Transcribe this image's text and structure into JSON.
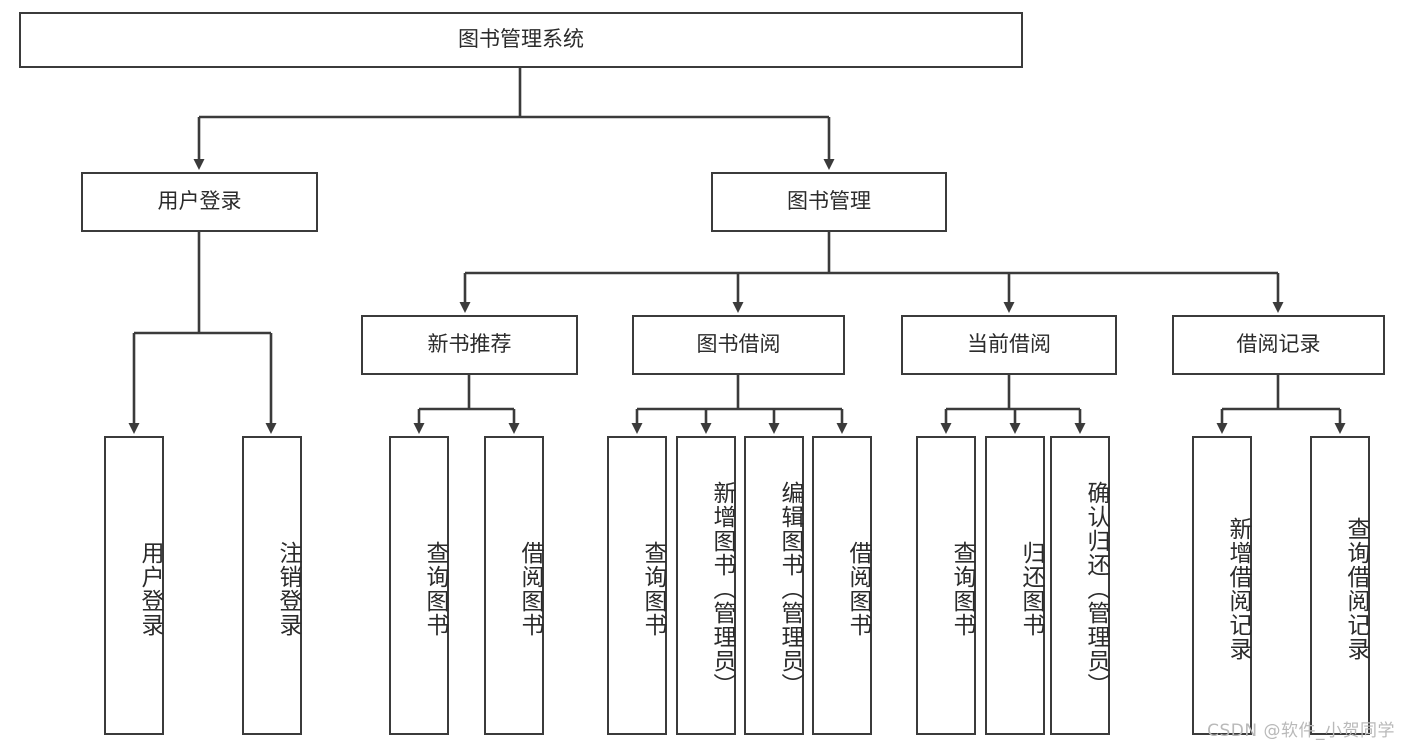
{
  "diagram": {
    "title": "图书管理系统",
    "root": {
      "label": "图书管理系统"
    },
    "level1": [
      {
        "label": "用户登录"
      },
      {
        "label": "图书管理"
      }
    ],
    "level2": [
      {
        "label": "新书推荐"
      },
      {
        "label": "图书借阅"
      },
      {
        "label": "当前借阅"
      },
      {
        "label": "借阅记录"
      }
    ],
    "leaves": {
      "user_login": [
        {
          "label": "用户登录"
        },
        {
          "label": "注销登录"
        }
      ],
      "new_book_recommend": [
        {
          "label": "查询图书"
        },
        {
          "label": "借阅图书"
        }
      ],
      "book_borrow": [
        {
          "label": "查询图书"
        },
        {
          "label": "新增图书（管理员）"
        },
        {
          "label": "编辑图书（管理员）"
        },
        {
          "label": "借阅图书"
        }
      ],
      "current_borrow": [
        {
          "label": "查询图书"
        },
        {
          "label": "归还图书"
        },
        {
          "label": "确认归还（管理员）"
        }
      ],
      "borrow_record": [
        {
          "label": "新增借阅记录"
        },
        {
          "label": "查询借阅记录"
        }
      ]
    }
  },
  "watermark": {
    "text": "CSDN @软件_小贺同学"
  },
  "colors": {
    "border": "#3b3b3b",
    "text": "#2b2b2b",
    "background": "#ffffff",
    "watermark": "#b9b9b9"
  }
}
